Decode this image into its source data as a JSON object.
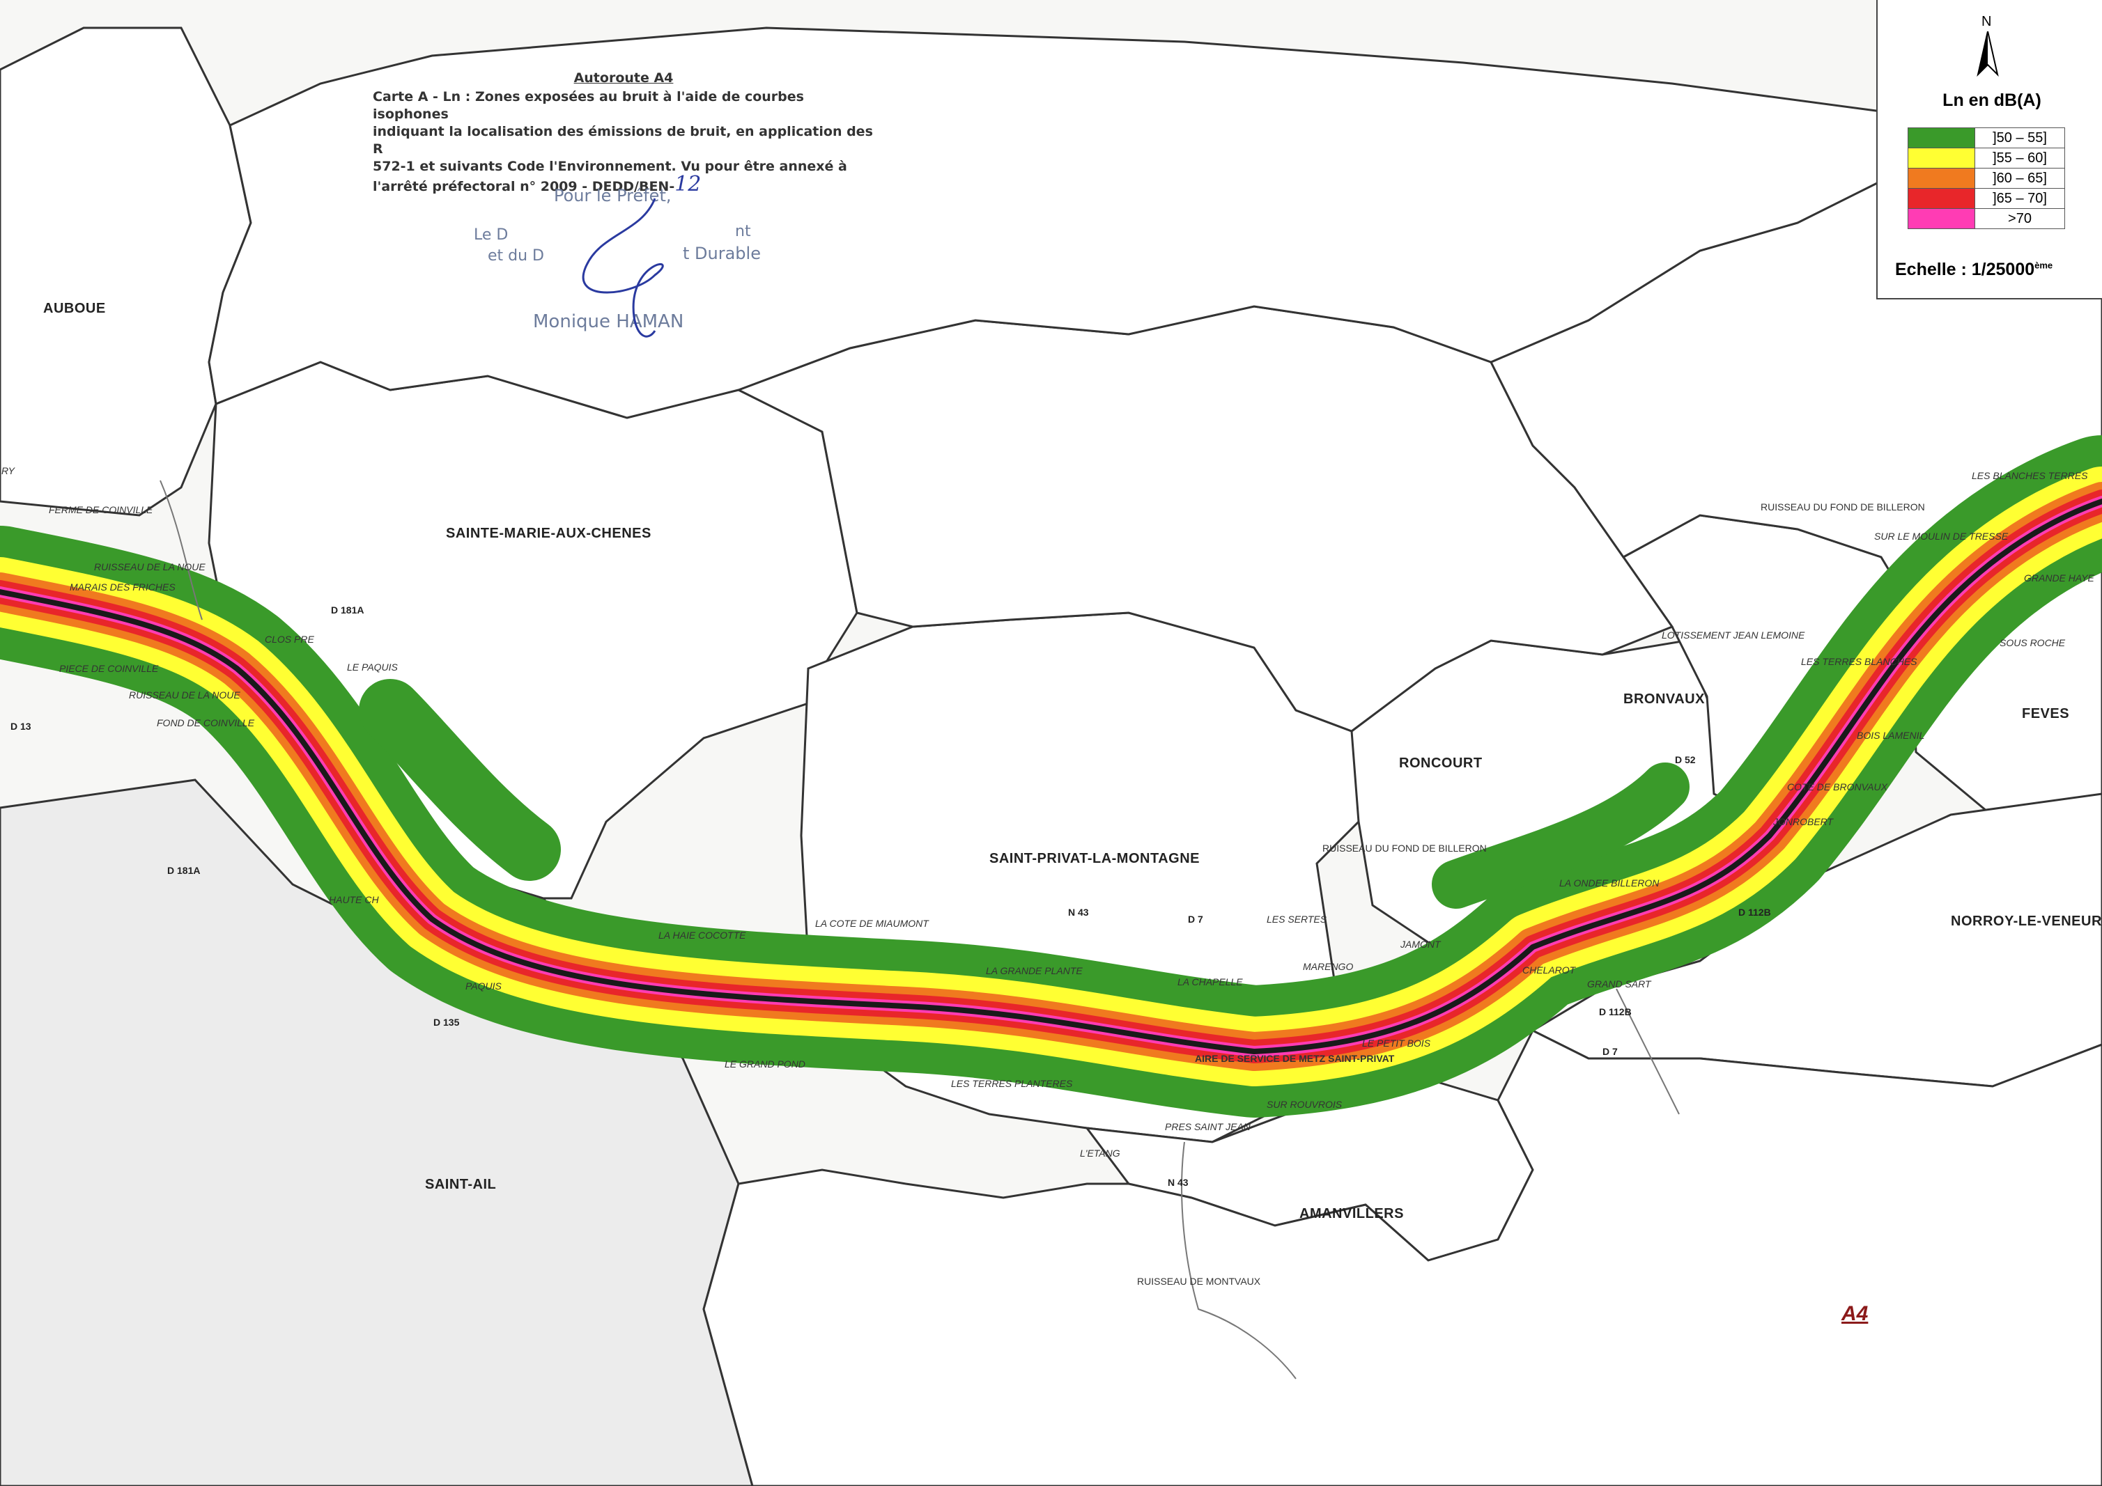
{
  "title": {
    "route": "Autoroute A4",
    "lines": [
      "Carte A - Ln : Zones exposées au bruit à l'aide de courbes isophones",
      "indiquant la localisation des émissions de bruit, en application des R",
      "572-1 et suivants Code l'Environnement. Vu pour être annexé à",
      "l'arrêté préfectoral n° 2009 - DEDD/BEN-"
    ],
    "handwritten_number": "12"
  },
  "stamp": {
    "line1": "Pour le Préfet,",
    "line2": "Le D",
    "line2b": "nt",
    "line3": "et du D",
    "line3b": "t Durable",
    "signatory": "Monique HAMAN"
  },
  "legend": {
    "north": "N",
    "title": "Ln en dB(A)",
    "classes": [
      {
        "range": "]50 – 55]",
        "color": "#3a9a2a"
      },
      {
        "range": "]55 – 60]",
        "color": "#ffff33"
      },
      {
        "range": "]60 – 65]",
        "color": "#f07a1f"
      },
      {
        "range": "]65 – 70]",
        "color": "#e8262a"
      },
      {
        "range": ">70",
        "color": "#ff3cb4"
      }
    ],
    "scale_label": "Echelle : 1/25000",
    "scale_sup": "ème"
  },
  "communes": {
    "auboue": "AUBOUE",
    "sainte_marie": "SAINTE-MARIE-AUX-CHENES",
    "saint_privat": "SAINT-PRIVAT-LA-MONTAGNE",
    "roncourt": "RONCOURT",
    "bronvaux": "BRONVAUX",
    "feves": "FEVES",
    "norroy": "NORROY-LE-VENEUR",
    "saint_ail": "SAINT-AIL",
    "amanvillers": "AMANVILLERS"
  },
  "places": {
    "ry": "RY",
    "ferme_coinville": "FERME DE COINVILLE",
    "ruisseau_noue": "RUISSEAU DE LA NOUE",
    "friches": "MARAIS DES FRICHES",
    "pieces_coinville": "PIECE DE COINVILLE",
    "ruisseau_noue2": "RUISSEAU DE LA NOUE",
    "fond_coinville": "FOND DE COINVILLE",
    "clos_pre": "CLOS PRE",
    "le_paquis": "LE PAQUIS",
    "haute_chaume": "HAUTE CH",
    "paquis2": "PAQUIS",
    "grand_pond": "LE GRAND POND",
    "haie_cocotte": "LA HAIE COCOTTE",
    "cote_miaumont": "LA COTE DE MIAUMONT",
    "grande_plante": "LA GRANDE PLANTE",
    "chapelle": "LA CHAPELLE",
    "les_sertes": "LES SERTES",
    "marengo": "MARENGO",
    "jamont": "JAMONT",
    "petit_bois": "LE PETIT BOIS",
    "aire_service": "AIRE DE SERVICE DE METZ SAINT-PRIVAT",
    "terres_planteres": "LES TERRES PLANTERES",
    "sur_rouvrois": "SUR ROUVROIS",
    "pres_saint_jean": "PRES SAINT JEAN",
    "letang": "L'ETANG",
    "ruisseau_montvaux": "RUISSEAU DE MONTVAUX",
    "ruisseau_billeron": "RUISSEAU DU FOND DE BILLERON",
    "ruisseau_billeron2": "RUISSEAU DU FOND DE BILLERON",
    "ondee_billeron": "LA ONDEE BILLERON",
    "chelarot": "CHELAROT",
    "grand_sart": "GRAND SART",
    "lotissement": "LOTISSEMENT JEAN LEMOINE",
    "terres_blanches": "LES TERRES BLANCHES",
    "bois_lamenil": "BOIS LAMENIL",
    "cote_bronvaux": "COTE DE BRONVAUX",
    "jonrobert": "JONROBERT",
    "sous_roche": "SOUS ROCHE",
    "grande_haye": "GRANDE HAYE",
    "moulin_tresse": "SUR LE MOULIN DE TRESSE",
    "blanches_terres": "LES BLANCHES TERRES"
  },
  "roads": {
    "d181a_1": "D 181A",
    "d181a_2": "D 181A",
    "d13": "D 13",
    "d135": "D 135",
    "n43_1": "N 43",
    "n43_2": "N 43",
    "d7_1": "D 7",
    "d7_2": "D 7",
    "d52": "D 52",
    "d112b_1": "D 112B",
    "d112b_2": "D 112B"
  },
  "map_label": "A4",
  "colors": {
    "background": "#f7f7f5",
    "commune_fill": "#ffffff",
    "commune_border": "#333333",
    "saint_ail_fill": "#ececec",
    "road_core": "#1a1a1a",
    "label_a4": "#8b1a1a"
  }
}
